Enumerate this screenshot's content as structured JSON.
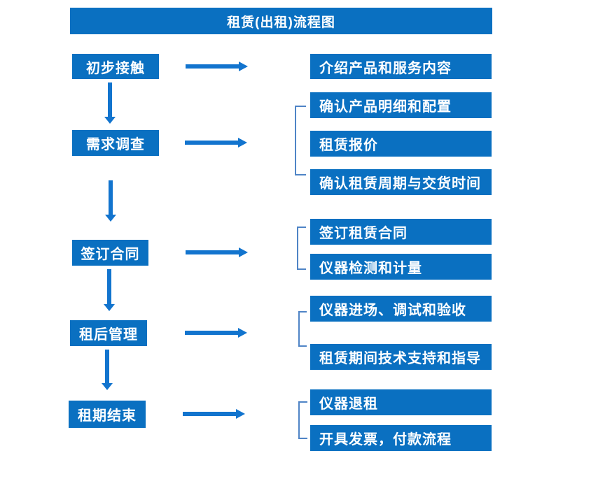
{
  "title": "租赁(出租)流程图",
  "colors": {
    "box_blue": "#0a70c1",
    "arrow_blue": "#1274ce",
    "bracket_blue": "#4f84c6",
    "text_white": "#ffffff",
    "background": "#ffffff"
  },
  "left_steps": [
    {
      "label": "初步接触"
    },
    {
      "label": "需求调查"
    },
    {
      "label": "签订合同"
    },
    {
      "label": "租后管理"
    },
    {
      "label": "租期结束"
    }
  ],
  "right_groups": [
    {
      "items": [
        "介绍产品和服务内容"
      ]
    },
    {
      "items": [
        "确认产品明细和配置",
        "租赁报价",
        "确认租赁周期与交货时间"
      ]
    },
    {
      "items": [
        "签订租赁合同",
        "仪器检测和计量"
      ]
    },
    {
      "items": [
        "仪器进场、调试和验收",
        "租赁期间技术支持和指导"
      ]
    },
    {
      "items": [
        "仪器退租",
        "开具发票，付款流程"
      ]
    }
  ]
}
